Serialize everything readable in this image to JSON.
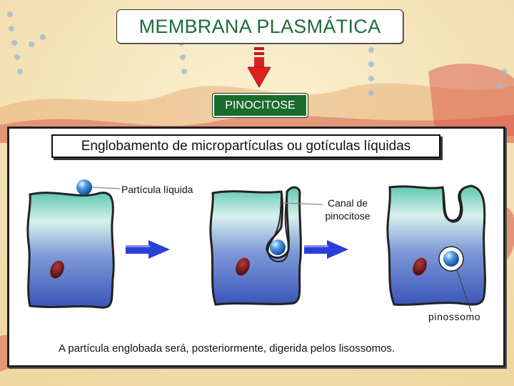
{
  "title": "MEMBRANA PLASMÁTICA",
  "process": "PINOCITOSE",
  "heading": "Englobamento de micropartículas ou gotículas líquidas",
  "labels": {
    "particle": "Partícula líquida",
    "channel": "Canal de pinocitose",
    "pinosome": "pinossomo"
  },
  "caption": "A partícula englobada será, posteriormente, digerida pelos lisossomos.",
  "colors": {
    "title_text": "#1e6b3a",
    "process_box": "#1a6b2e",
    "arrow_red": "#e02020",
    "arrow_blue": "#2a3fd8",
    "nucleus": "#6e1010",
    "particle": "#2f7fd6"
  }
}
